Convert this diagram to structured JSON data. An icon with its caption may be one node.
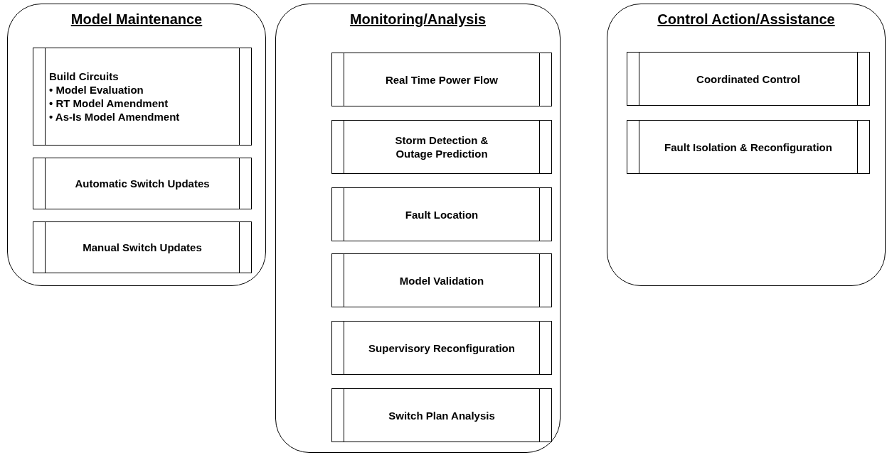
{
  "diagram": {
    "nodes": [
      {
        "text": [
          "Model Maintenance"
        ]
      },
      {
        "text": [
          "Build Circuits",
          "• Model Evaluation",
          "• RT Model Amendment",
          "• As-Is Model Amendment"
        ],
        "in": 0
      },
      {
        "text": [
          "Automatic Switch Updates"
        ],
        "in": 0
      },
      {
        "text": [
          "Manual Switch Updates"
        ],
        "in": 0
      },
      {
        "text": [
          "Monitoring/Analysis"
        ]
      },
      {
        "text": [
          "Real Time Power Flow"
        ],
        "in": 4
      },
      {
        "text": [
          "Storm Detection & Outage Prediction"
        ],
        "in": 4
      },
      {
        "text": [
          "Fault Location"
        ],
        "in": 4
      },
      {
        "text": [
          "Model Validation"
        ],
        "in": 4
      },
      {
        "text": [
          "Supervisory Reconfiguration"
        ],
        "in": 4
      },
      {
        "text": [
          "Switch Plan Analysis"
        ],
        "in": 4
      },
      {
        "text": [
          "Control Action/Assistance"
        ]
      },
      {
        "text": [
          "Coordinated Control"
        ],
        "in": 11
      },
      {
        "text": [
          "Fault Isolation & Reconfiguration"
        ],
        "in": 11
      }
    ],
    "edges": []
  }
}
